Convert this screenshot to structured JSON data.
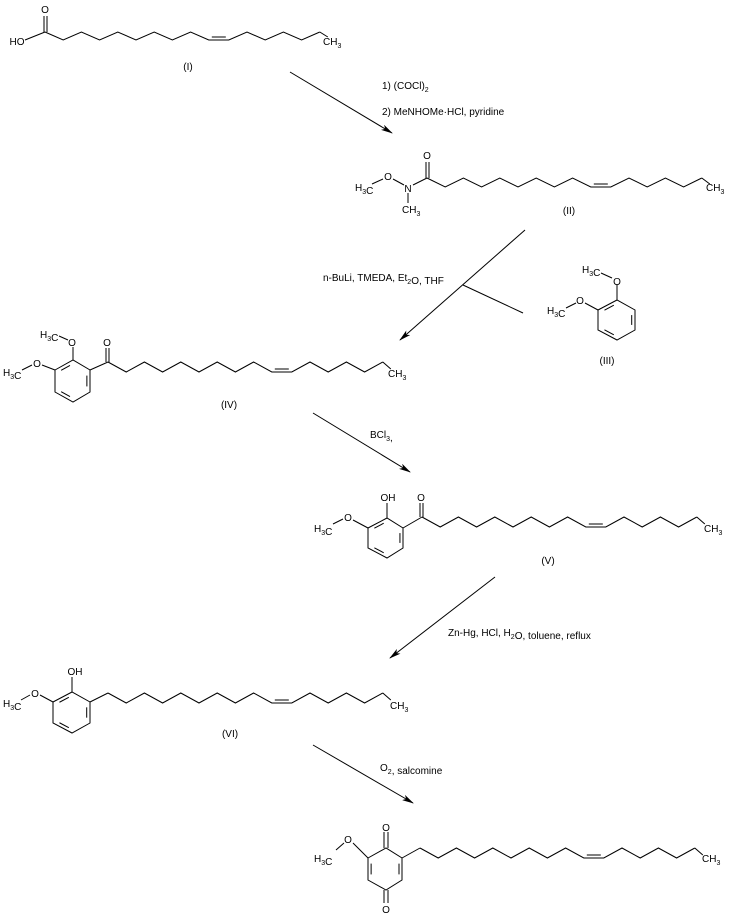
{
  "compounds": {
    "I": {
      "label": "(I)",
      "acid_oh": "HO",
      "carbonyl_o": "O",
      "terminal": "CH3"
    },
    "II": {
      "label": "(II)",
      "methyl_o": "H3C",
      "o": "O",
      "n": "N",
      "n_methyl": "CH3",
      "carbonyl_o": "O",
      "terminal": "CH3"
    },
    "III": {
      "label": "(III)",
      "methoxy1_me": "H3C",
      "methoxy1_o": "O",
      "methoxy2_me": "H3C",
      "methoxy2_o": "O"
    },
    "IV": {
      "label": "(IV)",
      "methoxy1_me": "H3C",
      "methoxy1_o": "O",
      "methoxy2_me": "H3C",
      "methoxy2_o": "O",
      "carbonyl_o": "O",
      "terminal": "CH3"
    },
    "V": {
      "label": "(V)",
      "oh": "OH",
      "methoxy_me": "H3C",
      "methoxy_o": "O",
      "carbonyl_o": "O",
      "terminal": "CH3"
    },
    "VI": {
      "label": "(VI)",
      "oh": "OH",
      "methoxy_me": "H3C",
      "methoxy_o": "O",
      "terminal": "CH3"
    },
    "VII": {
      "methoxy_me": "H3C",
      "methoxy_o": "O",
      "quinone_o_top": "O",
      "quinone_o_bottom": "O",
      "terminal": "CH3"
    }
  },
  "reactions": {
    "step1": {
      "line1": "1) (COCl)2",
      "line2": "2) MeNHOMe·HCl, pyridine"
    },
    "step2": {
      "conditions": "n-BuLi, TMEDA, Et2O, THF"
    },
    "step3": {
      "conditions": "BCl3,"
    },
    "step4": {
      "conditions": "Zn-Hg, HCl, H2O, toluene, reflux"
    },
    "step5": {
      "conditions": "O2, salcomine"
    }
  }
}
